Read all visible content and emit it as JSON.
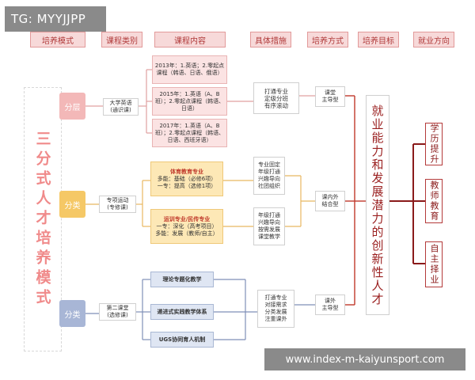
{
  "watermark": "TG: MYYJJPP",
  "website": "www.index-m-kaiyunsport.com",
  "headers": [
    "培养模式",
    "课程类别",
    "课程内容",
    "具体措施",
    "培养方式",
    "培养目标",
    "就业方向"
  ],
  "mode": "三分式人才培养模式",
  "phases": [
    "分层",
    "分类",
    "分类"
  ],
  "row1": {
    "category": "大学英语\n(通识课)",
    "contents": [
      "2013年：1.英语；2.零起点课程（韩语、日语、俄语）",
      "2015年：1.英语（A、B班）；2.零起点课程（韩语、日语）",
      "2017年：1.英语（A、B班）；2.零起点课程（韩语、日语、西班牙语）"
    ],
    "measures": "打通专业\n定级分班\n有序滚动",
    "method": "课堂\n主导型"
  },
  "row2": {
    "category": "专项运动\n(专修课)",
    "items": [
      {
        "title": "体育教育专业",
        "lines": [
          "多能：基础（必修6项）",
          "一专：提高（选修1项）"
        ]
      },
      {
        "title": "运训专业/民传专业",
        "lines": [
          "一专：深化（高考项目）",
          "多能：发展（教师/自主）"
        ]
      }
    ],
    "measures": [
      "专业固定\n年级打通\n兴趣导向\n社团组织",
      "年级打通\n兴趣导向\n按需发展\n课堂教学"
    ],
    "method": "课内外\n结合型"
  },
  "row3": {
    "category": "第二课堂\n(选修课)",
    "items": [
      "理论专题化教学",
      "递进式实践教学体系",
      "UGS协同育人机制"
    ],
    "measures": "打通专业\n对接需求\n分类发展\n注重课外",
    "method": "课外\n主导型"
  },
  "goal": "就业能力和发展潜力的创新性人才",
  "directions": [
    "学历提升",
    "教师教育",
    "自主择业"
  ],
  "colors": {
    "header_bg": "#f7d9d9",
    "header_text": "#b03a3a",
    "phase1": "#f3b8b8",
    "phase2": "#f5c866",
    "phase3": "#a8b6d6",
    "line_red": "#c0392b",
    "line_dark_red": "#8a1a1a"
  }
}
